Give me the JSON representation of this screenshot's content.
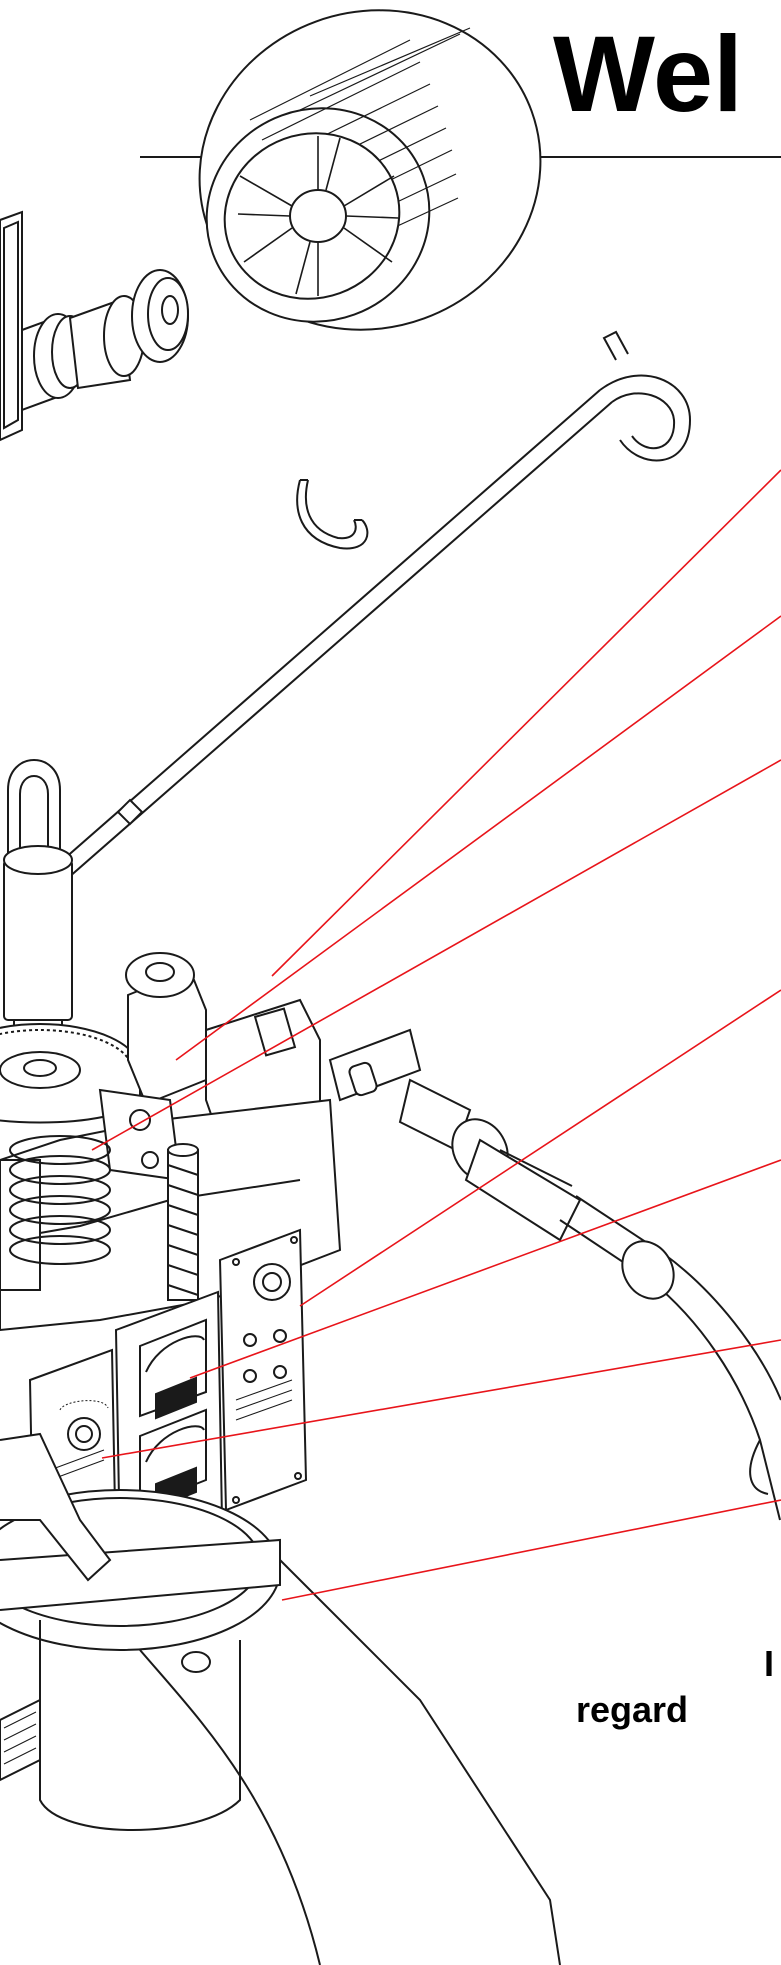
{
  "title": "Wel",
  "note": {
    "line1": "I",
    "line2": "regard"
  },
  "colors": {
    "leader_line": "#e8141a",
    "linework": "#1a1a1a",
    "background": "#ffffff"
  },
  "callout_leaders": [
    "callout-1",
    "callout-2",
    "callout-3",
    "callout-4",
    "callout-5",
    "callout-6",
    "callout-7",
    "callout-8"
  ]
}
